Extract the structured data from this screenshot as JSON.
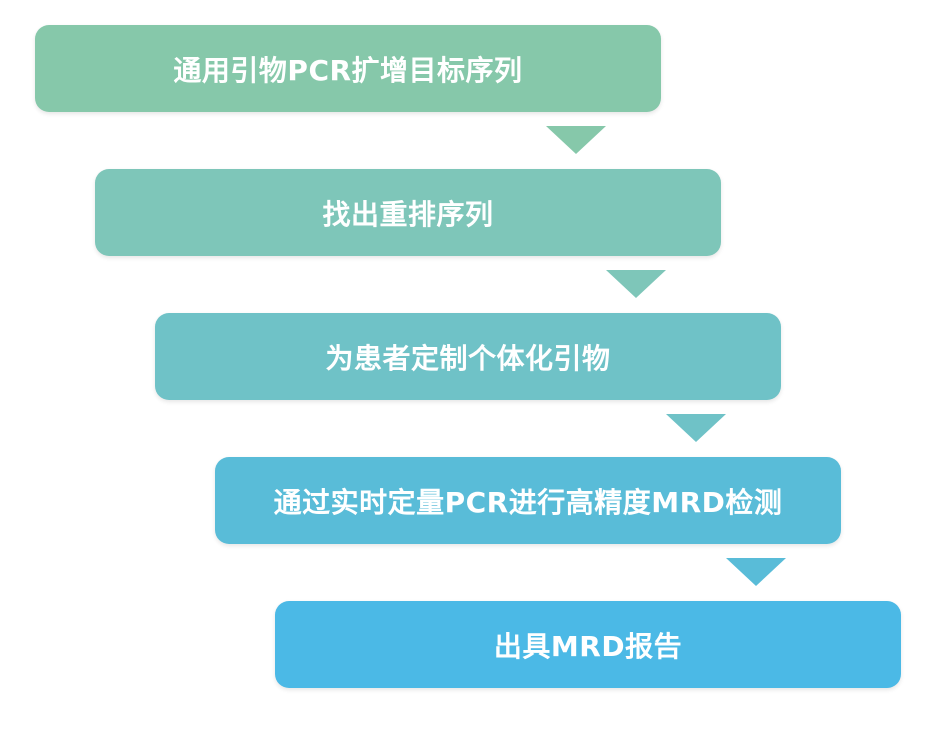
{
  "flowchart": {
    "steps": [
      {
        "label": "通用引物PCR扩增目标序列"
      },
      {
        "label": "找出重排序列"
      },
      {
        "label": "为患者定制个体化引物"
      },
      {
        "label": "通过实时定量PCR进行高精度MRD检测"
      },
      {
        "label": "出具MRD报告"
      }
    ]
  },
  "colors": {
    "step_1": "#86c8aa",
    "step_2": "#7ec6b9",
    "step_3": "#6fc2c7",
    "step_4": "#59bcd8",
    "step_5": "#4bb9e6",
    "text": "#ffffff"
  }
}
